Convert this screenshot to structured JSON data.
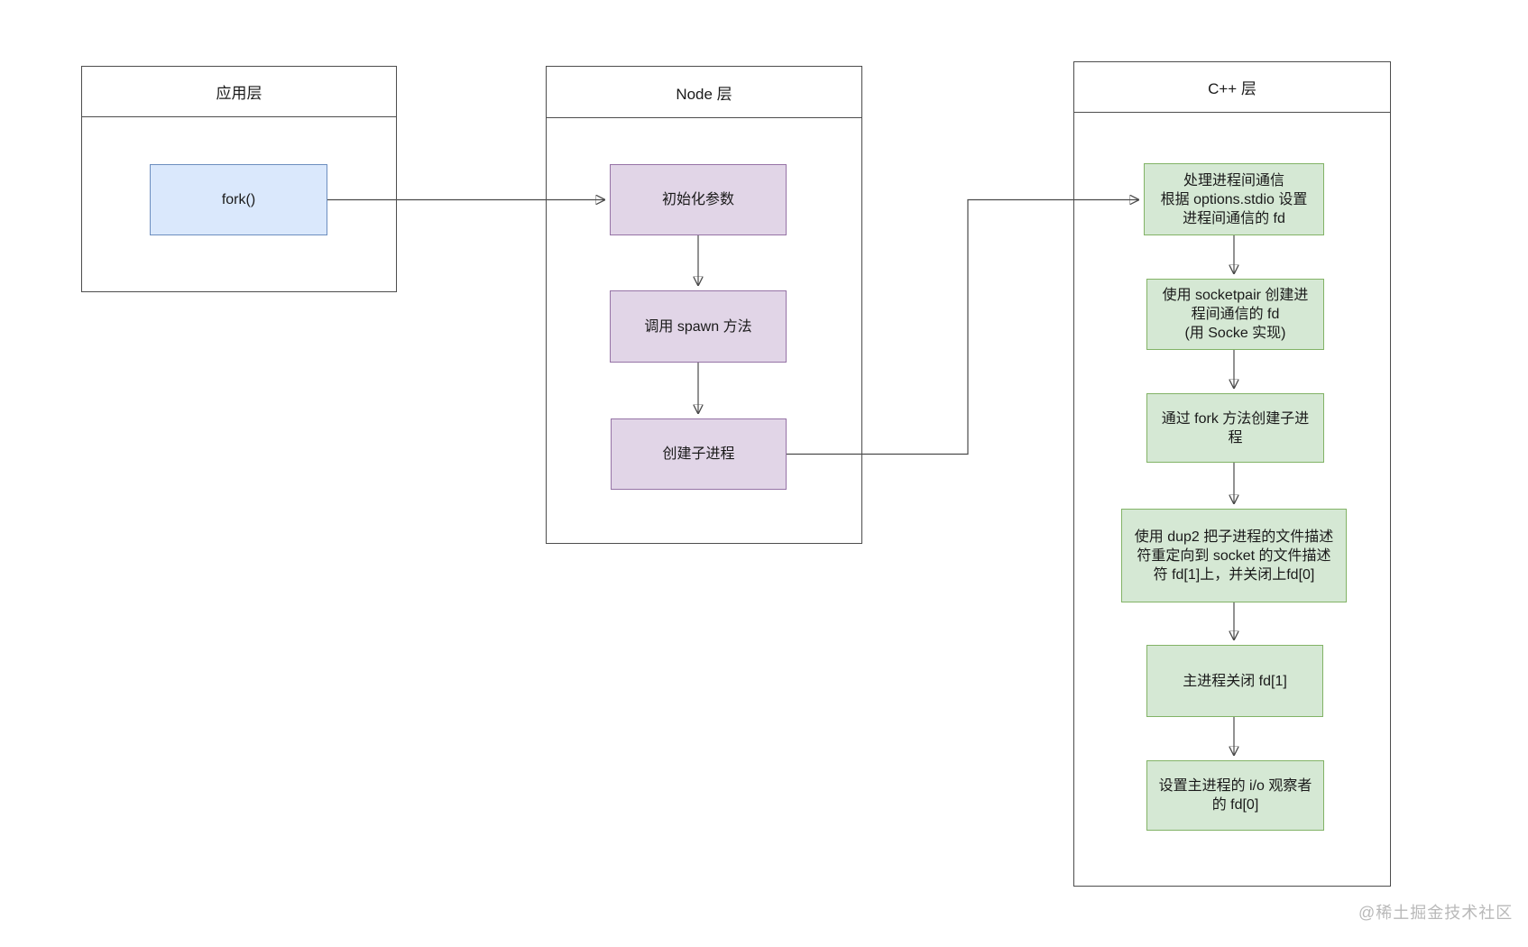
{
  "diagram": {
    "app_layer": {
      "title": "应用层",
      "nodes": [
        {
          "id": "fork",
          "label": "fork()"
        }
      ]
    },
    "node_layer": {
      "title": "Node 层",
      "nodes": [
        {
          "id": "init",
          "label": "初始化参数"
        },
        {
          "id": "spawn",
          "label": "调用 spawn 方法"
        },
        {
          "id": "create",
          "label": "创建子进程"
        }
      ]
    },
    "cpp_layer": {
      "title": "C++ 层",
      "nodes": [
        {
          "id": "ipc-setup",
          "label": "处理进程间通信\n根据 options.stdio 设置\n进程间通信的 fd"
        },
        {
          "id": "socketpair",
          "label": "使用 socketpair 创建进\n程间通信的 fd\n(用 Socke 实现)"
        },
        {
          "id": "fork-child",
          "label": "通过 fork 方法创建子进\n程"
        },
        {
          "id": "dup2",
          "label": "使用 dup2 把子进程的文件描述\n符重定向到 socket 的文件描述\n符 fd[1]上，并关闭上fd[0]"
        },
        {
          "id": "close-fd1",
          "label": "主进程关闭 fd[1]"
        },
        {
          "id": "io-observer",
          "label": "设置主进程的 i/o 观察者\n的 fd[0]"
        }
      ]
    },
    "watermark": "@稀土掘金技术社区"
  },
  "colors": {
    "blue-fill": "#dae8fc",
    "blue-stroke": "#6c8ebf",
    "purple-fill": "#e1d5e7",
    "purple-stroke": "#9673a6",
    "green-fill": "#d5e8d4",
    "green-stroke": "#82b366",
    "frame": "#4d4d4d",
    "line": "#4a4a4a",
    "watermark": "#b9b9b9"
  }
}
